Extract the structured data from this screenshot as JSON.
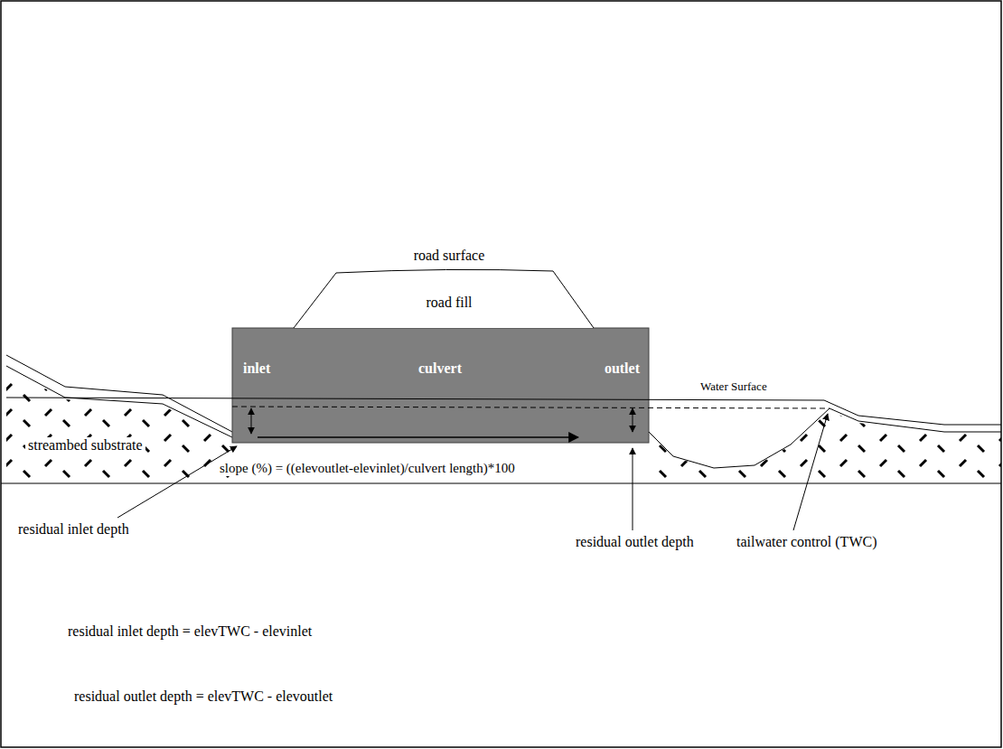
{
  "diagram": {
    "nodes": [
      {
        "text": [
          "road surface",
          "road fill"
        ]
      },
      {
        "text": [
          "inlet",
          "culvert",
          "outlet"
        ]
      }
    ],
    "labels": [
      "Water Surface",
      "streambed substrate",
      "slope (%) = ((elevoutlet-elevinlet)/culvert length)*100",
      "residual inlet depth",
      "residual outlet depth",
      "tailwater control (TWC)",
      "residual inlet depth = elevTWC - elevinlet",
      "residual outlet depth = elevTWC - elevoutlet"
    ]
  }
}
